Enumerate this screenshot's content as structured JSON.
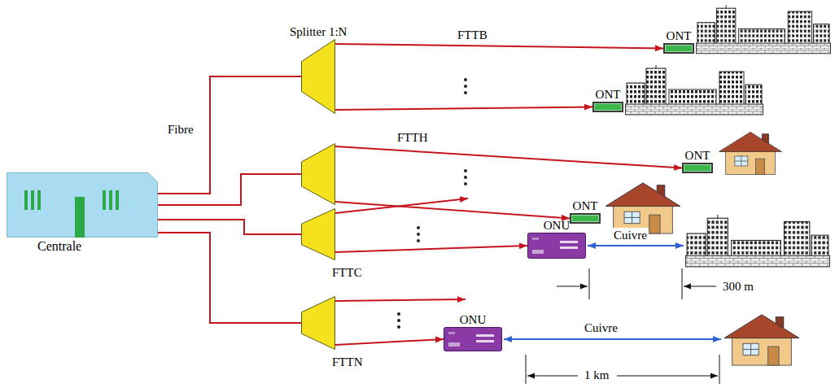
{
  "diagram": {
    "nodes": [
      {
        "text": [
          "Centrale"
        ]
      },
      {
        "text": [
          "Splitter 1:N"
        ]
      },
      {
        "text": [
          "ONT"
        ]
      },
      {
        "text": [
          "ONT"
        ]
      },
      {
        "text": [
          "ONT"
        ]
      },
      {
        "text": [
          "ONT"
        ]
      },
      {
        "text": [
          "FTTC"
        ]
      },
      {
        "text": [
          "ONU"
        ]
      },
      {
        "text": [
          "FTTN"
        ]
      },
      {
        "text": [
          "ONU"
        ]
      }
    ],
    "edges": [
      {
        "from": 0,
        "to": 1,
        "arrow": "none",
        "label": "Fibre"
      },
      {
        "from": 1,
        "to": 2,
        "arrow": "to",
        "label": "FTTB"
      },
      {
        "from": 1,
        "to": 3,
        "arrow": "to"
      },
      {
        "from": 0,
        "to": 6,
        "arrow": "none"
      },
      {
        "from": 6,
        "to": 7,
        "arrow": "to"
      },
      {
        "from": 0,
        "to": 8,
        "arrow": "none"
      },
      {
        "from": 8,
        "to": 9,
        "arrow": "to"
      }
    ],
    "labels": [
      "FTTH",
      "Cuivre",
      "300 m",
      "Cuivre",
      "1 km"
    ]
  }
}
